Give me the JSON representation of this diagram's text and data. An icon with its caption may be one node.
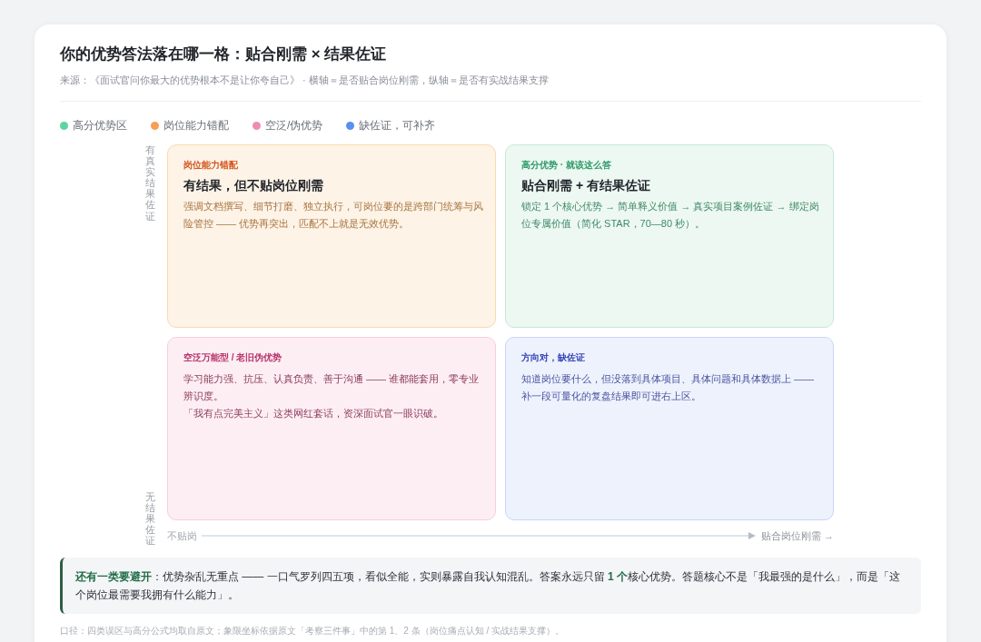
{
  "diagram": {
    "title": "你的优势答法落在哪一格：贴合刚需 × 结果佐证",
    "caption": "口径：四类误区与高分公式均取自原文；象限坐标依据原文「考察三件事」中的第 1、2 条（岗位痛点认知 / 实战结果支撑）。",
    "nodes": [
      {
        "text": [
          "岗位能力错配",
          "有结果，但不贴岗位刚需",
          "强调文档撰写、细节打磨、独立执行，可岗位要的是跨部门统筹与风险管控 —— 优势再突出，匹配不上就是无效优势。"
        ]
      },
      {
        "text": [
          "高分优势 · 就该这么答",
          "贴合刚需 + 有结果佐证",
          "锁定 1 个核心优势 → 简单释义价值 → 真实项目案例佐证 → 绑定岗位专属价值（简化 STAR，70—80 秒）。"
        ]
      },
      {
        "text": [
          "空泛万能型 / 老旧伪优势",
          "学习能力强、抗压、认真负责、善于沟通 —— 谁都能套用，零专业辨识度。",
          "「我有点完美主义」这类网红套话，资深面试官一眼识破。"
        ]
      },
      {
        "text": [
          "方向对，缺佐证",
          "知道岗位要什么，但没落到具体项目、具体问题和具体数据上 —— 补一段可量化的复盘结果即可进右上区。"
        ]
      },
      {
        "text": [
          "**还有一类要避开**：优势杂乱无重点 —— 一口气罗列四五项，看似全能，实则暴露自我认知混乱。答案永远只留 **1 个**核心优势。答题核心不是「我最强的是什么」，而是「这个岗位最需要我拥有什么能力」。"
        ]
      }
    ],
    "labels": [
      "来源：《面试官问你最大的优势根本不是让你夸自己》 · 横轴＝是否贴合岗位刚需，纵轴＝是否有实战结果支撑",
      "有真实结果佐证",
      "无结果佐证",
      "不贴岗",
      "贴合岗位刚需 →"
    ],
    "legend": [
      {
        "text": "高分优势区",
        "color": "#5cd49f"
      },
      {
        "text": "岗位能力错配",
        "color": "#f89f55"
      },
      {
        "text": "空泛/伪优势",
        "color": "#ee8db3"
      },
      {
        "text": "缺佐证，可补齐",
        "color": "#5c8ef0"
      }
    ]
  }
}
